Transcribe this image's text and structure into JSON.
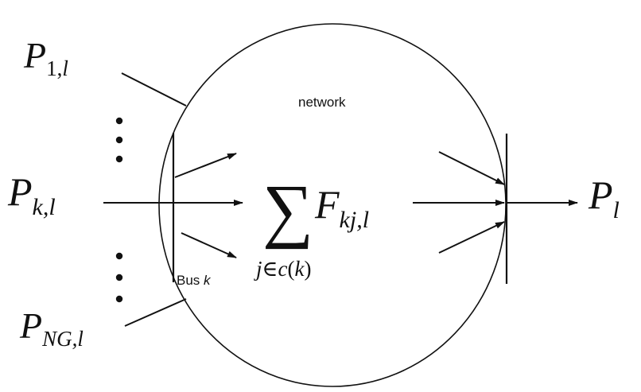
{
  "diagram": {
    "network_label": "network",
    "bus_label": {
      "text": "Bus",
      "var": "k"
    },
    "inputs": {
      "first": {
        "base": "P",
        "sub": "1,",
        "sub_var": "l"
      },
      "middle": {
        "base": "P",
        "sub": "k,l"
      },
      "last": {
        "base": "P",
        "sub": "NG,l"
      }
    },
    "sum_expression": {
      "symbol": "∑",
      "term": "F",
      "term_sub": "kj,l",
      "index_var": "j",
      "index_in": "∈",
      "index_set": "c",
      "index_open": "(",
      "index_arg": "k",
      "index_close": ")"
    },
    "output": {
      "base": "P",
      "sub": "l"
    },
    "colors": {
      "ink": "#111111",
      "background": "#ffffff"
    }
  }
}
